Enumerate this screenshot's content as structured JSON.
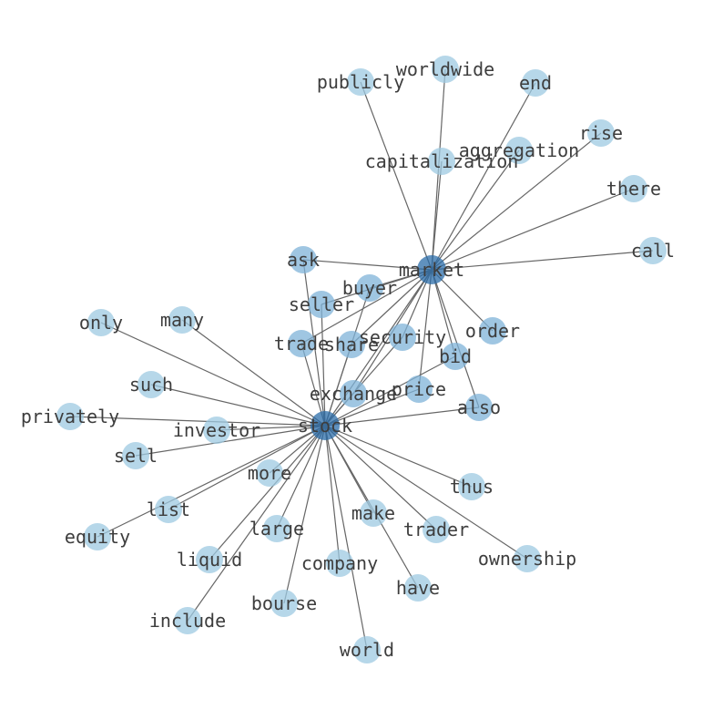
{
  "colors": {
    "hub": "#2b6ca8",
    "mid": "#7fb3d8",
    "leaf": "#9ecae1",
    "edge": "#666666",
    "label": "#3d3d3d"
  },
  "graph": {
    "hubs": [
      "market",
      "stock"
    ],
    "nodes": [
      {
        "id": "stock",
        "label": "stock",
        "tier": "hub"
      },
      {
        "id": "market",
        "label": "market",
        "tier": "hub"
      },
      {
        "id": "ask",
        "label": "ask",
        "tier": "mid"
      },
      {
        "id": "buyer",
        "label": "buyer",
        "tier": "mid"
      },
      {
        "id": "seller",
        "label": "seller",
        "tier": "mid"
      },
      {
        "id": "trade",
        "label": "trade",
        "tier": "mid"
      },
      {
        "id": "share",
        "label": "share",
        "tier": "mid"
      },
      {
        "id": "security",
        "label": "security",
        "tier": "mid"
      },
      {
        "id": "bid",
        "label": "bid",
        "tier": "mid"
      },
      {
        "id": "exchange",
        "label": "exchange",
        "tier": "mid"
      },
      {
        "id": "price",
        "label": "price",
        "tier": "mid"
      },
      {
        "id": "order",
        "label": "order",
        "tier": "mid"
      },
      {
        "id": "also",
        "label": "also",
        "tier": "mid"
      },
      {
        "id": "publicly",
        "label": "publicly",
        "tier": "leaf"
      },
      {
        "id": "worldwide",
        "label": "worldwide",
        "tier": "leaf"
      },
      {
        "id": "end",
        "label": "end",
        "tier": "leaf"
      },
      {
        "id": "rise",
        "label": "rise",
        "tier": "leaf"
      },
      {
        "id": "aggregation",
        "label": "aggregation",
        "tier": "leaf"
      },
      {
        "id": "capitalization",
        "label": "capitalization",
        "tier": "leaf"
      },
      {
        "id": "there",
        "label": "there",
        "tier": "leaf"
      },
      {
        "id": "call",
        "label": "call",
        "tier": "leaf"
      },
      {
        "id": "only",
        "label": "only",
        "tier": "leaf"
      },
      {
        "id": "many",
        "label": "many",
        "tier": "leaf"
      },
      {
        "id": "such",
        "label": "such",
        "tier": "leaf"
      },
      {
        "id": "privately",
        "label": "privately",
        "tier": "leaf"
      },
      {
        "id": "investor",
        "label": "investor",
        "tier": "leaf"
      },
      {
        "id": "sell",
        "label": "sell",
        "tier": "leaf"
      },
      {
        "id": "more",
        "label": "more",
        "tier": "leaf"
      },
      {
        "id": "list",
        "label": "list",
        "tier": "leaf"
      },
      {
        "id": "equity",
        "label": "equity",
        "tier": "leaf"
      },
      {
        "id": "liquid",
        "label": "liquid",
        "tier": "leaf"
      },
      {
        "id": "large",
        "label": "large",
        "tier": "leaf"
      },
      {
        "id": "include",
        "label": "include",
        "tier": "leaf"
      },
      {
        "id": "bourse",
        "label": "bourse",
        "tier": "leaf"
      },
      {
        "id": "company",
        "label": "company",
        "tier": "leaf"
      },
      {
        "id": "world",
        "label": "world",
        "tier": "leaf"
      },
      {
        "id": "make",
        "label": "make",
        "tier": "leaf"
      },
      {
        "id": "have",
        "label": "have",
        "tier": "leaf"
      },
      {
        "id": "trader",
        "label": "trader",
        "tier": "leaf"
      },
      {
        "id": "thus",
        "label": "thus",
        "tier": "leaf"
      },
      {
        "id": "ownership",
        "label": "ownership",
        "tier": "leaf"
      }
    ],
    "edges": [
      [
        "market",
        "publicly"
      ],
      [
        "market",
        "worldwide"
      ],
      [
        "market",
        "end"
      ],
      [
        "market",
        "rise"
      ],
      [
        "market",
        "aggregation"
      ],
      [
        "market",
        "capitalization"
      ],
      [
        "market",
        "there"
      ],
      [
        "market",
        "call"
      ],
      [
        "market",
        "ask"
      ],
      [
        "market",
        "buyer"
      ],
      [
        "market",
        "seller"
      ],
      [
        "market",
        "trade"
      ],
      [
        "market",
        "share"
      ],
      [
        "market",
        "security"
      ],
      [
        "market",
        "bid"
      ],
      [
        "market",
        "exchange"
      ],
      [
        "market",
        "price"
      ],
      [
        "market",
        "order"
      ],
      [
        "market",
        "also"
      ],
      [
        "market",
        "stock"
      ],
      [
        "stock",
        "ask"
      ],
      [
        "stock",
        "buyer"
      ],
      [
        "stock",
        "seller"
      ],
      [
        "stock",
        "trade"
      ],
      [
        "stock",
        "share"
      ],
      [
        "stock",
        "security"
      ],
      [
        "stock",
        "bid"
      ],
      [
        "stock",
        "exchange"
      ],
      [
        "stock",
        "price"
      ],
      [
        "stock",
        "also"
      ],
      [
        "stock",
        "only"
      ],
      [
        "stock",
        "many"
      ],
      [
        "stock",
        "such"
      ],
      [
        "stock",
        "privately"
      ],
      [
        "stock",
        "investor"
      ],
      [
        "stock",
        "sell"
      ],
      [
        "stock",
        "more"
      ],
      [
        "stock",
        "list"
      ],
      [
        "stock",
        "equity"
      ],
      [
        "stock",
        "liquid"
      ],
      [
        "stock",
        "large"
      ],
      [
        "stock",
        "include"
      ],
      [
        "stock",
        "bourse"
      ],
      [
        "stock",
        "company"
      ],
      [
        "stock",
        "world"
      ],
      [
        "stock",
        "make"
      ],
      [
        "stock",
        "have"
      ],
      [
        "stock",
        "trader"
      ],
      [
        "stock",
        "thus"
      ],
      [
        "stock",
        "ownership"
      ]
    ]
  }
}
